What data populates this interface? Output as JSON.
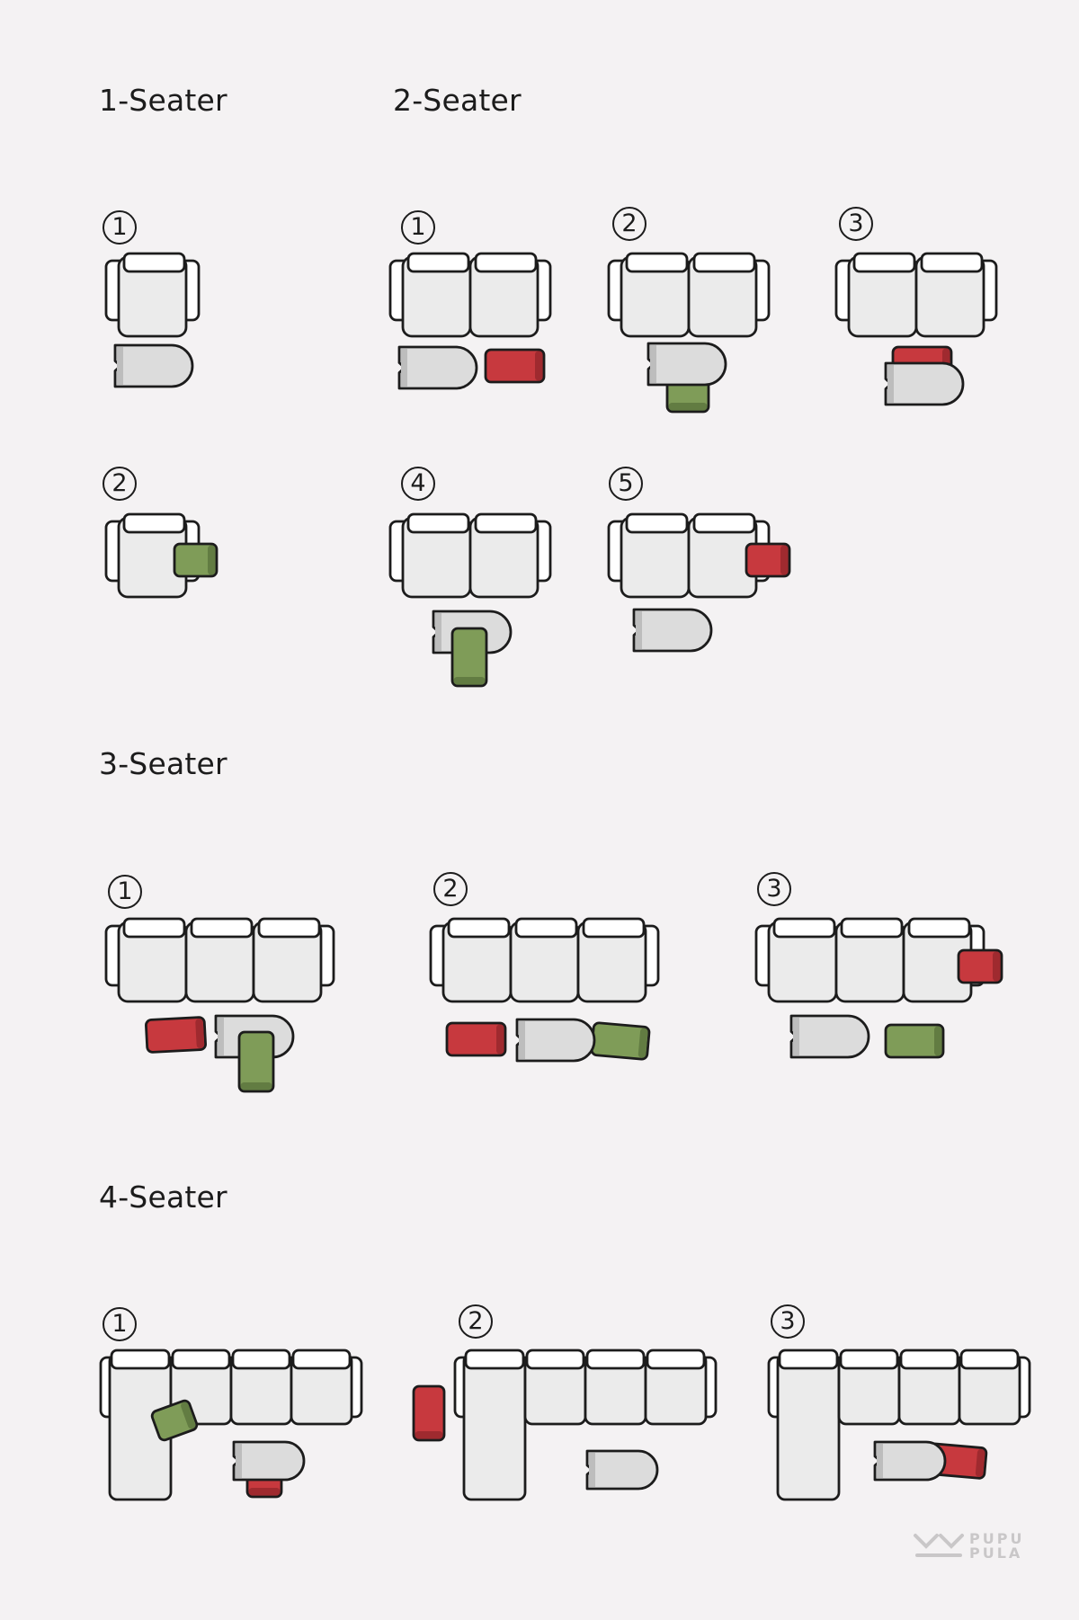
{
  "sections": {
    "one_seater": "1-Seater",
    "two_seater": "2-Seater",
    "three_seater": "3-Seater",
    "four_seater": "4-Seater"
  },
  "labels": {
    "s1_1": "1",
    "s1_2": "2",
    "s2_1": "1",
    "s2_2": "2",
    "s2_3": "3",
    "s2_4": "4",
    "s2_5": "5",
    "s3_1": "1",
    "s3_2": "2",
    "s3_3": "3",
    "s4_1": "1",
    "s4_2": "2",
    "s4_3": "3"
  },
  "logo": {
    "line1": "PUPU",
    "line2": "PULA"
  },
  "colors": {
    "background": "#f4f2f3",
    "sofa": "#ebebeb",
    "outline": "#1c1c1c",
    "red_cushion": "#c7393e",
    "green_cushion": "#7f9c58",
    "ottoman": "#dcdcdc"
  }
}
